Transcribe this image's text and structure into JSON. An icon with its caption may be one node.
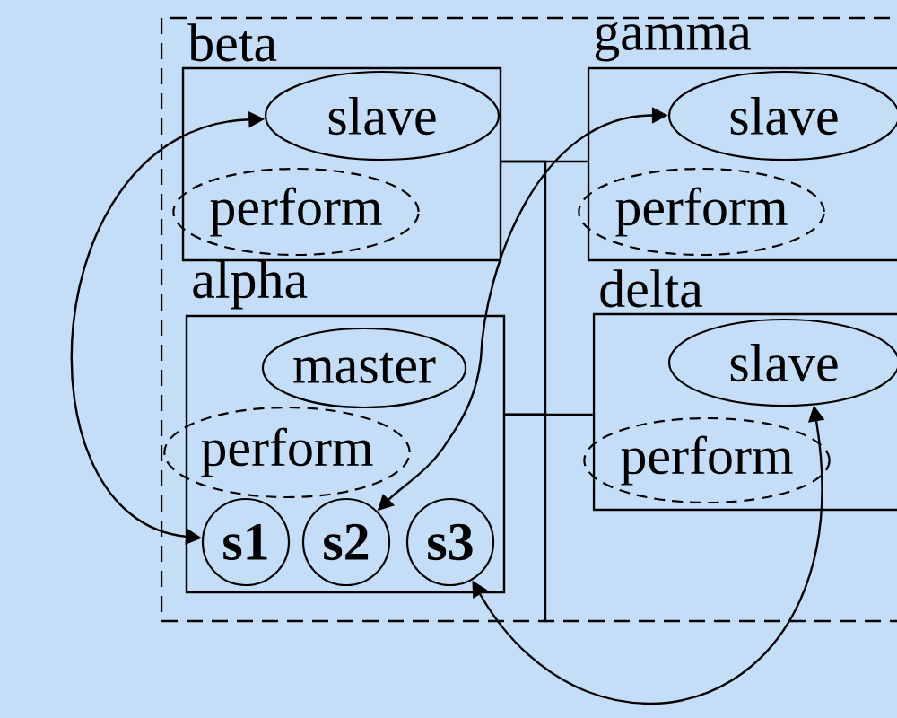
{
  "diagram": {
    "nodes": [
      {
        "text": [],
        "shape": "box"
      },
      {
        "text": [
          "beta"
        ],
        "in": 0
      },
      {
        "text": [
          "slave"
        ],
        "in": 1
      },
      {
        "text": [
          "perform"
        ],
        "in": 1
      },
      {
        "text": [
          "gamma"
        ],
        "in": 0
      },
      {
        "text": [
          "slave"
        ],
        "in": 4
      },
      {
        "text": [
          "perform"
        ],
        "in": 4
      },
      {
        "text": [
          "alpha"
        ],
        "in": 0
      },
      {
        "text": [
          "master"
        ],
        "in": 7
      },
      {
        "text": [
          "perform"
        ],
        "in": 7
      },
      {
        "text": [
          "s1"
        ],
        "in": 7
      },
      {
        "text": [
          "s2"
        ],
        "in": 7
      },
      {
        "text": [
          "s3"
        ],
        "in": 7
      },
      {
        "text": [
          "delta"
        ],
        "in": 0
      },
      {
        "text": [
          "slave"
        ],
        "in": 13
      },
      {
        "text": [
          "perform"
        ],
        "in": 13
      }
    ],
    "edges": [
      {
        "from": 10,
        "to": 2,
        "arrow": "both"
      },
      {
        "from": 11,
        "to": 5,
        "arrow": "both"
      },
      {
        "from": 12,
        "to": 14,
        "arrow": "both"
      },
      {
        "from": 1,
        "to": 4,
        "arrow": "none"
      },
      {
        "from": 7,
        "to": 13,
        "arrow": "none"
      },
      {
        "from": 1,
        "to": 7,
        "arrow": "none"
      },
      {
        "from": 7,
        "to": 0,
        "arrow": "none"
      }
    ]
  }
}
